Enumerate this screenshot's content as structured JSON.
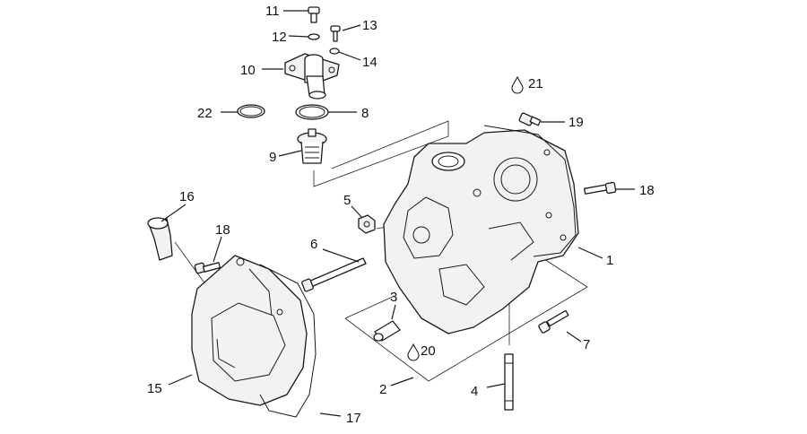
{
  "diagram": {
    "callouts": {
      "c1": "1",
      "c2": "2",
      "c3": "3",
      "c4": "4",
      "c5": "5",
      "c6": "6",
      "c7": "7",
      "c8": "8",
      "c9": "9",
      "c10": "10",
      "c11": "11",
      "c12": "12",
      "c13": "13",
      "c14": "14",
      "c15": "15",
      "c16": "16",
      "c17": "17",
      "c18a": "18",
      "c18b": "18",
      "c19": "19",
      "c20": "20",
      "c21": "21",
      "c22": "22"
    }
  }
}
